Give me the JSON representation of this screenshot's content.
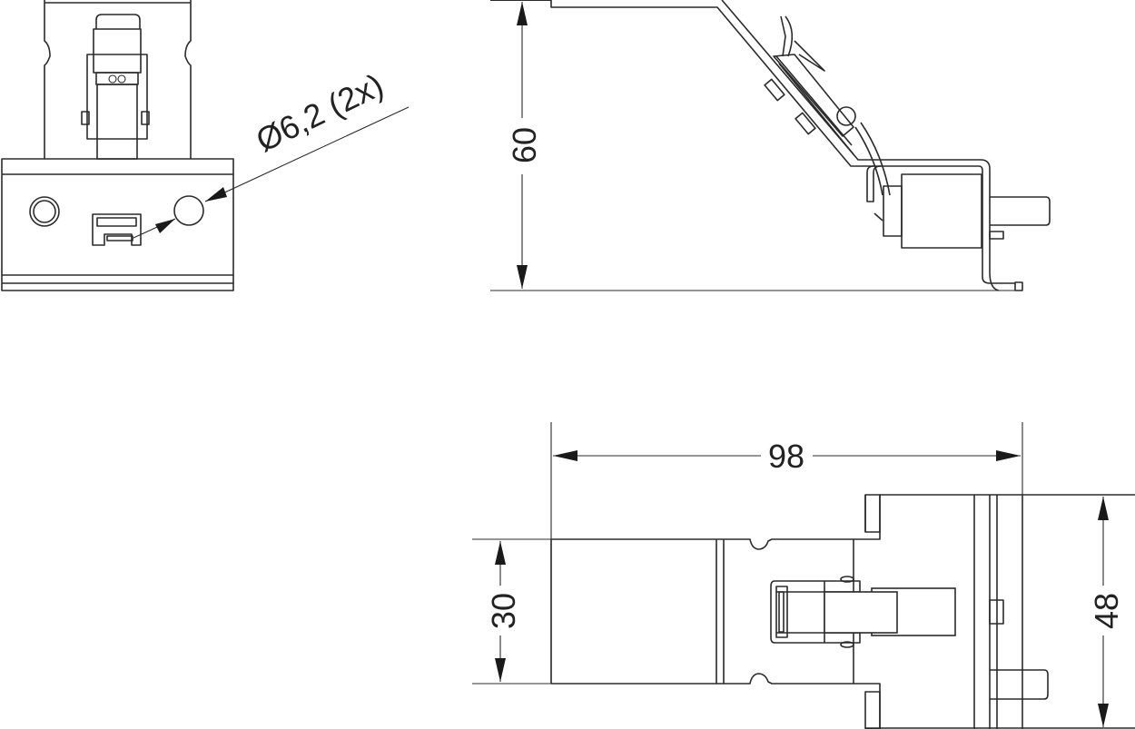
{
  "drawing": {
    "front_view": {
      "hole_callout": "Ø6,2 (2x)"
    },
    "side_view": {
      "height_dimension": "60"
    },
    "bottom_view": {
      "length_dimension": "98",
      "inner_width_dimension": "30",
      "outer_width_dimension": "48"
    }
  }
}
